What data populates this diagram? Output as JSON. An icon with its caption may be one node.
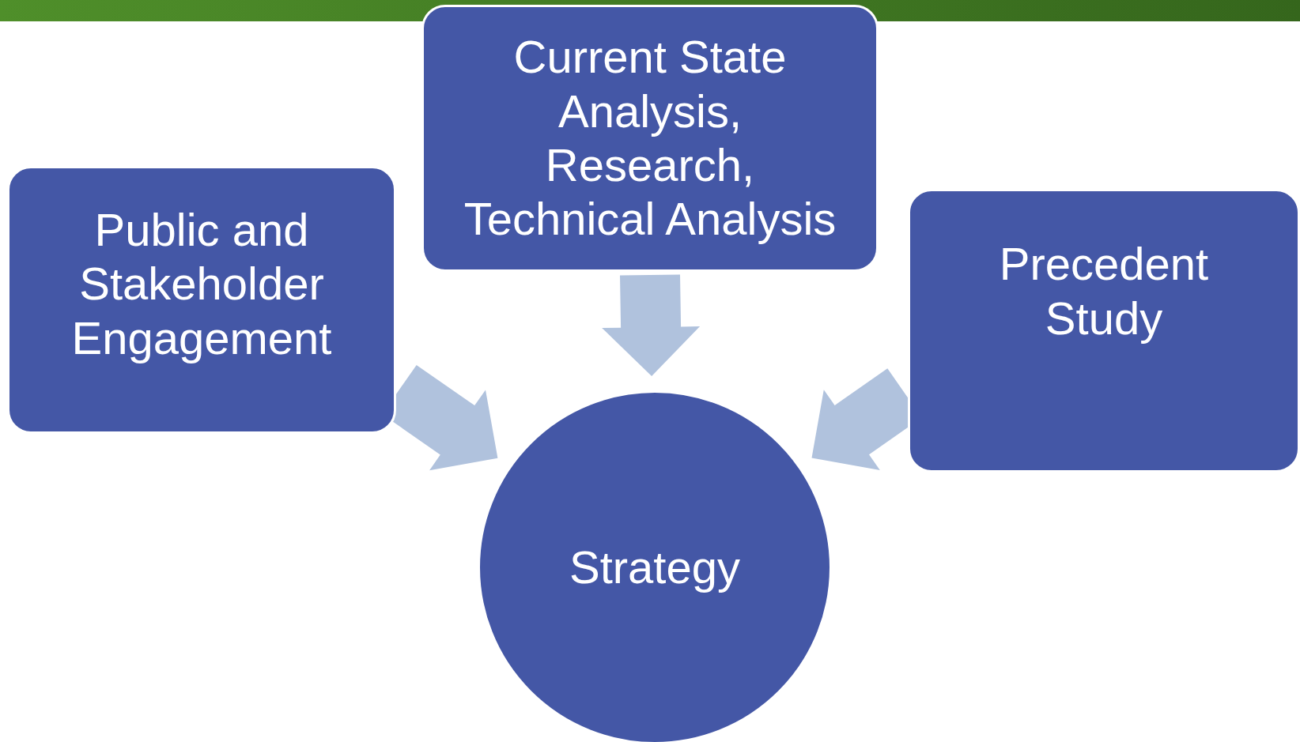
{
  "diagram": {
    "nodes": [
      {
        "text": [
          "Current State Analysis, Research, Technical Analysis"
        ]
      },
      {
        "text": [
          "Public and Stakeholder Engagement"
        ]
      },
      {
        "text": [
          "Precedent Study"
        ]
      },
      {
        "text": [
          "Strategy"
        ]
      }
    ],
    "edges": [
      {
        "from": 0,
        "to": 3,
        "arrow": "to"
      },
      {
        "from": 1,
        "to": 3,
        "arrow": "to"
      },
      {
        "from": 2,
        "to": 3,
        "arrow": "to"
      }
    ]
  }
}
